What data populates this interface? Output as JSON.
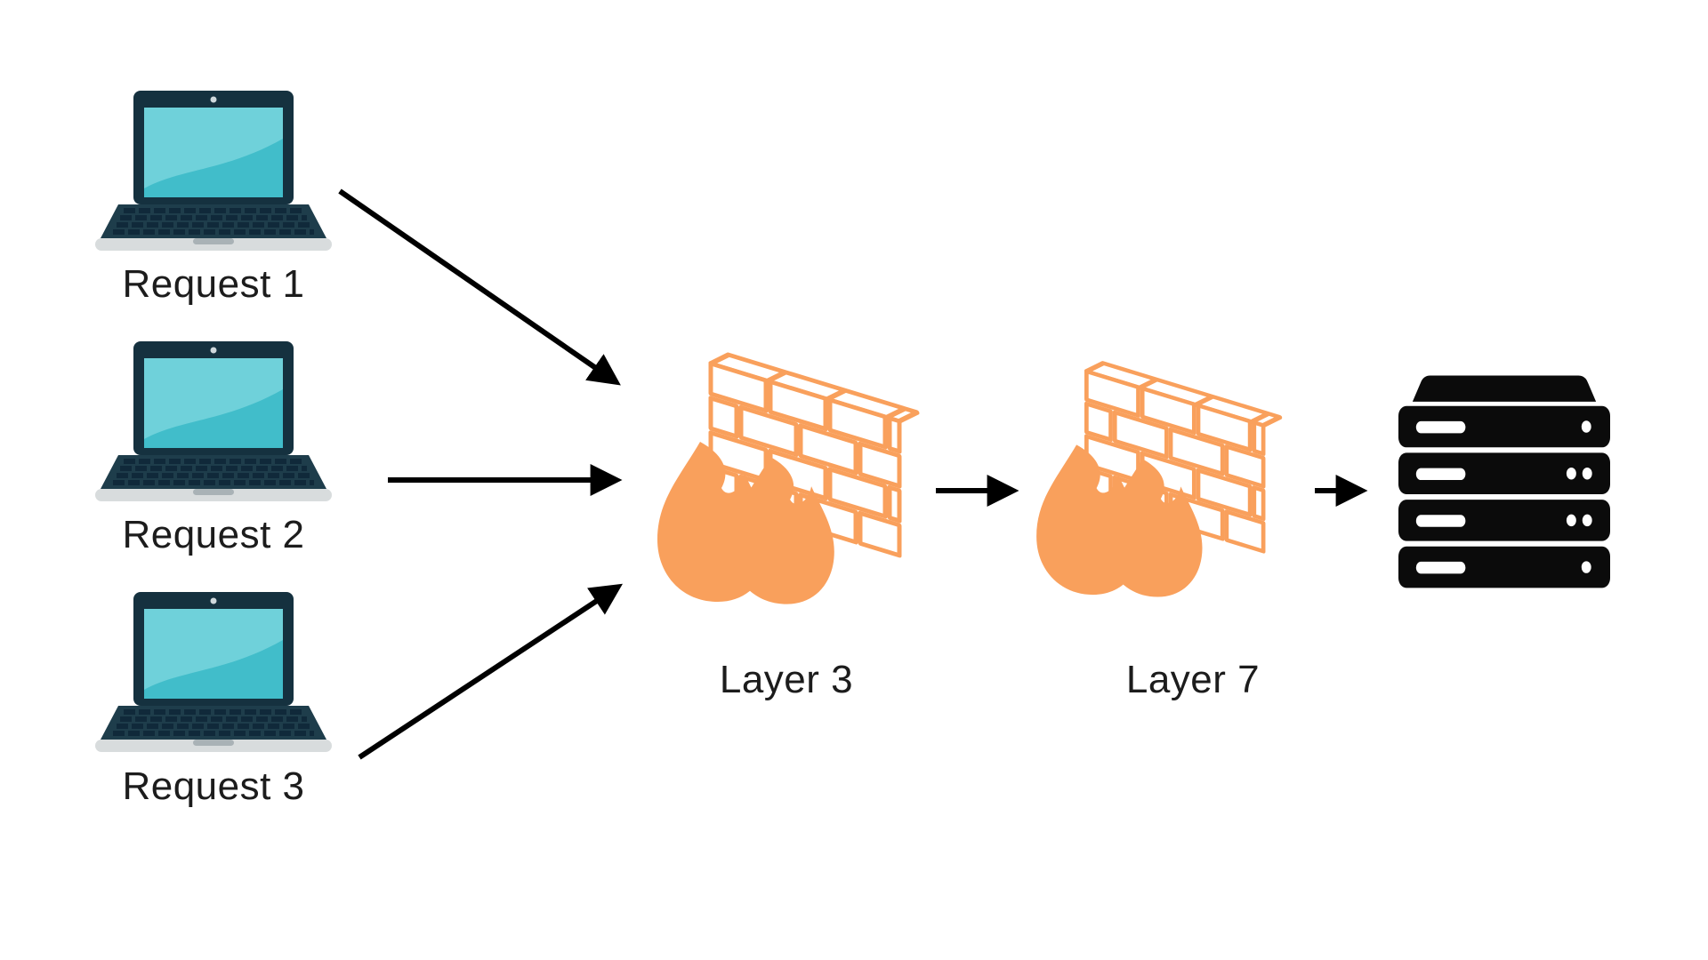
{
  "diagram": {
    "clients": [
      {
        "label": "Request 1"
      },
      {
        "label": "Request 2"
      },
      {
        "label": "Request 3"
      }
    ],
    "firewalls": [
      {
        "label": "Layer 3"
      },
      {
        "label": "Layer 7"
      }
    ],
    "flow": "clients -> Layer 3 firewall -> Layer 7 firewall -> server",
    "icons": {
      "client": "laptop-icon",
      "firewall": "firewall-icon",
      "destination": "server-icon",
      "connector": "arrow-icon"
    },
    "colors": {
      "background": "#ffffff",
      "flame_orange": "#F9A05C",
      "brick_outline": "#F9A05C",
      "brick_fill": "#ffffff",
      "laptop_bezel": "#15313F",
      "laptop_screen": "#41BDCA",
      "laptop_screen_highlight": "#6FD1DA",
      "laptop_deck": "#1E3D4B",
      "laptop_base": "#D8DCDD",
      "server_black": "#0b0b0b",
      "arrow": "#000000",
      "label_text": "#1c1c1c"
    }
  }
}
